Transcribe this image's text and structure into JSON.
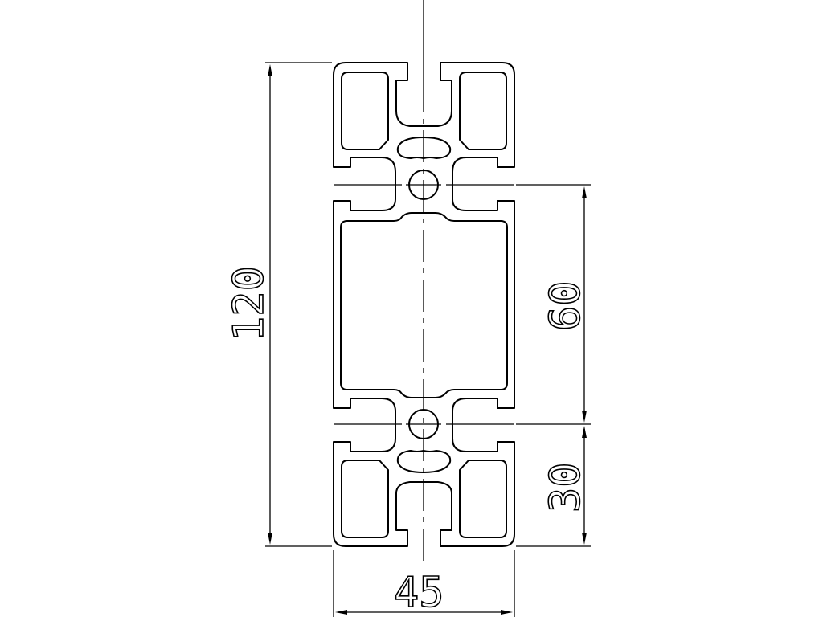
{
  "drawing": {
    "subject": "Aluminum extrusion profile cross-section 45x120",
    "stroke_color": "#000000",
    "background": "#ffffff"
  },
  "dimensions": {
    "overall_height": "120",
    "overall_width": "45",
    "slot_pitch": "60",
    "edge_to_slot": "30"
  }
}
